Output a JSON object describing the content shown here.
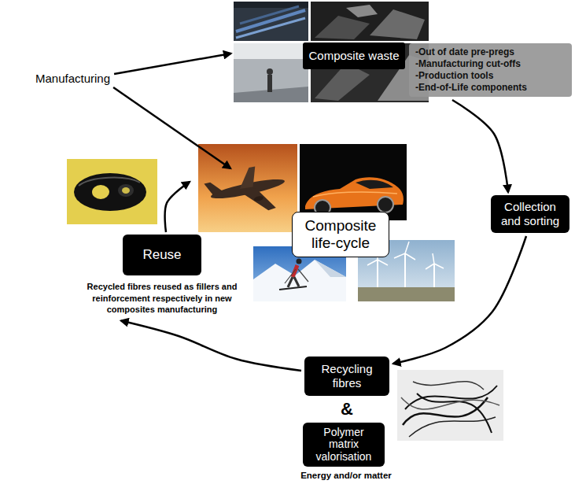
{
  "diagram": {
    "nodes": [
      {
        "text": [
          "Composite waste"
        ]
      },
      {
        "text": [
          "-Out of date pre-pregs",
          "-Manufacturing cut-offs",
          "-Production tools",
          "-End-of-Life components"
        ]
      },
      {
        "text": [
          "Collection and sorting"
        ]
      },
      {
        "text": [
          "Recycling fibres"
        ]
      },
      {
        "text": [
          "Polymer matrix valorisation"
        ]
      },
      {
        "text": [
          "Reuse"
        ]
      },
      {
        "text": [
          "Composite life-cycle"
        ]
      },
      {
        "text": [
          "Manufacturing"
        ]
      }
    ],
    "edges": [
      {
        "from": 1,
        "to": 2,
        "arrow": "to"
      },
      {
        "from": 2,
        "to": 3,
        "arrow": "to"
      },
      {
        "from": 3,
        "to": 5,
        "arrow": "to"
      },
      {
        "from": 5,
        "to": 6,
        "arrow": "to"
      },
      {
        "from": 7,
        "to": 0,
        "arrow": "to"
      },
      {
        "from": 7,
        "to": 6,
        "arrow": "to"
      }
    ],
    "labels": [
      "Recycled fibres reused as fillers and reinforcement respectively in new composites manufacturing",
      "&",
      "Energy and/or matter"
    ]
  }
}
